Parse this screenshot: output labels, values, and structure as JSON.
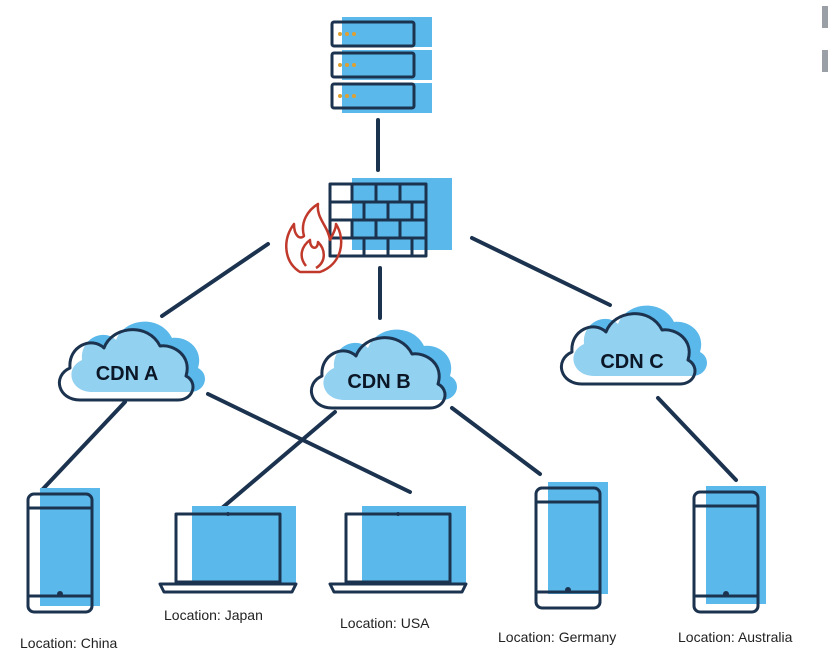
{
  "colors": {
    "accent": "#5ab8ea",
    "outline": "#1c3350",
    "flame": "#c0392b",
    "server_led": "#e0a030"
  },
  "nodes": {
    "server": {
      "icon": "server-stack-icon"
    },
    "firewall": {
      "icon": "firewall-icon"
    },
    "cdns": [
      {
        "id": "cdn-a",
        "label": "CDN A",
        "icon": "cloud-icon"
      },
      {
        "id": "cdn-b",
        "label": "CDN B",
        "icon": "cloud-icon"
      },
      {
        "id": "cdn-c",
        "label": "CDN C",
        "icon": "cloud-icon"
      }
    ],
    "clients": [
      {
        "id": "china",
        "device": "phone-icon",
        "location": "Location: China"
      },
      {
        "id": "japan",
        "device": "laptop-icon",
        "location": "Location: Japan"
      },
      {
        "id": "usa",
        "device": "laptop-icon",
        "location": "Location: USA"
      },
      {
        "id": "germany",
        "device": "phone-icon",
        "location": "Location: Germany"
      },
      {
        "id": "australia",
        "device": "phone-icon",
        "location": "Location: Australia"
      }
    ]
  },
  "connections": [
    [
      "server",
      "firewall"
    ],
    [
      "firewall",
      "cdn-a"
    ],
    [
      "firewall",
      "cdn-b"
    ],
    [
      "firewall",
      "cdn-c"
    ],
    [
      "cdn-a",
      "china"
    ],
    [
      "cdn-a",
      "usa"
    ],
    [
      "cdn-b",
      "japan"
    ],
    [
      "cdn-b",
      "germany"
    ],
    [
      "cdn-c",
      "australia"
    ]
  ]
}
